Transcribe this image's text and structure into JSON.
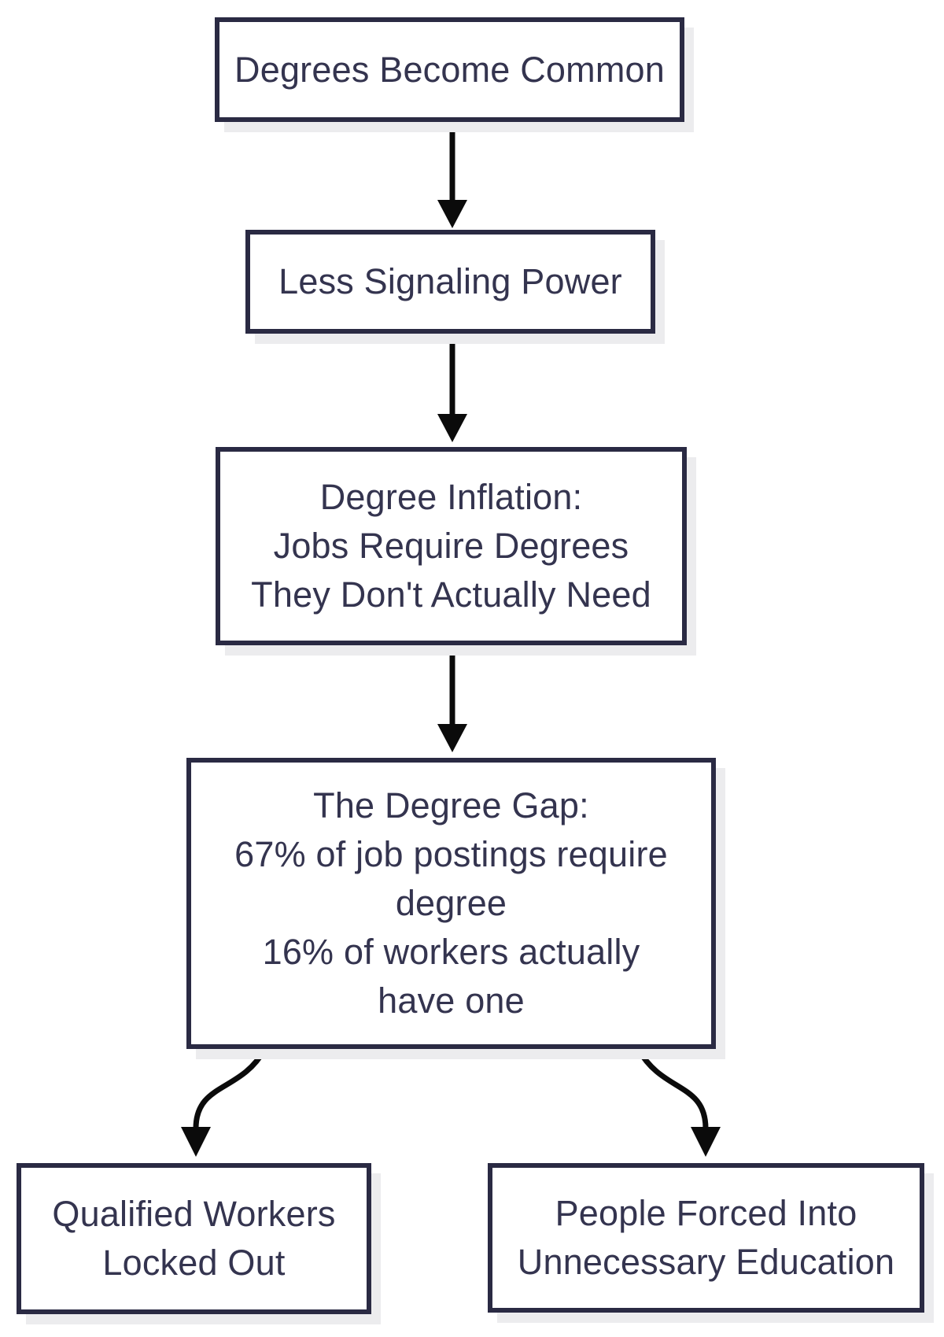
{
  "diagram": {
    "type": "flowchart",
    "title": "",
    "colors": {
      "background": "#ffffff",
      "box_fill": "#ffffff",
      "box_border": "#2a2a43",
      "text": "#34344f",
      "arrow": "#0b0b0b",
      "shadow": "#ececee"
    },
    "nodes": [
      {
        "id": "degrees-become-common",
        "label": "Degrees Become Common"
      },
      {
        "id": "less-signaling-power",
        "label": "Less Signaling Power"
      },
      {
        "id": "degree-inflation",
        "label": "Degree Inflation:\nJobs Require Degrees\nThey Don't Actually Need"
      },
      {
        "id": "degree-gap",
        "label": "The Degree Gap:\n67% of job postings require\ndegree\n16% of workers actually\nhave one"
      },
      {
        "id": "qualified-workers-locked-out",
        "label": "Qualified Workers\nLocked Out"
      },
      {
        "id": "unnecessary-education",
        "label": "People Forced Into\nUnnecessary Education"
      }
    ],
    "edges": [
      {
        "from": "degrees-become-common",
        "to": "less-signaling-power"
      },
      {
        "from": "less-signaling-power",
        "to": "degree-inflation"
      },
      {
        "from": "degree-inflation",
        "to": "degree-gap"
      },
      {
        "from": "degree-gap",
        "to": "qualified-workers-locked-out"
      },
      {
        "from": "degree-gap",
        "to": "unnecessary-education"
      }
    ]
  }
}
